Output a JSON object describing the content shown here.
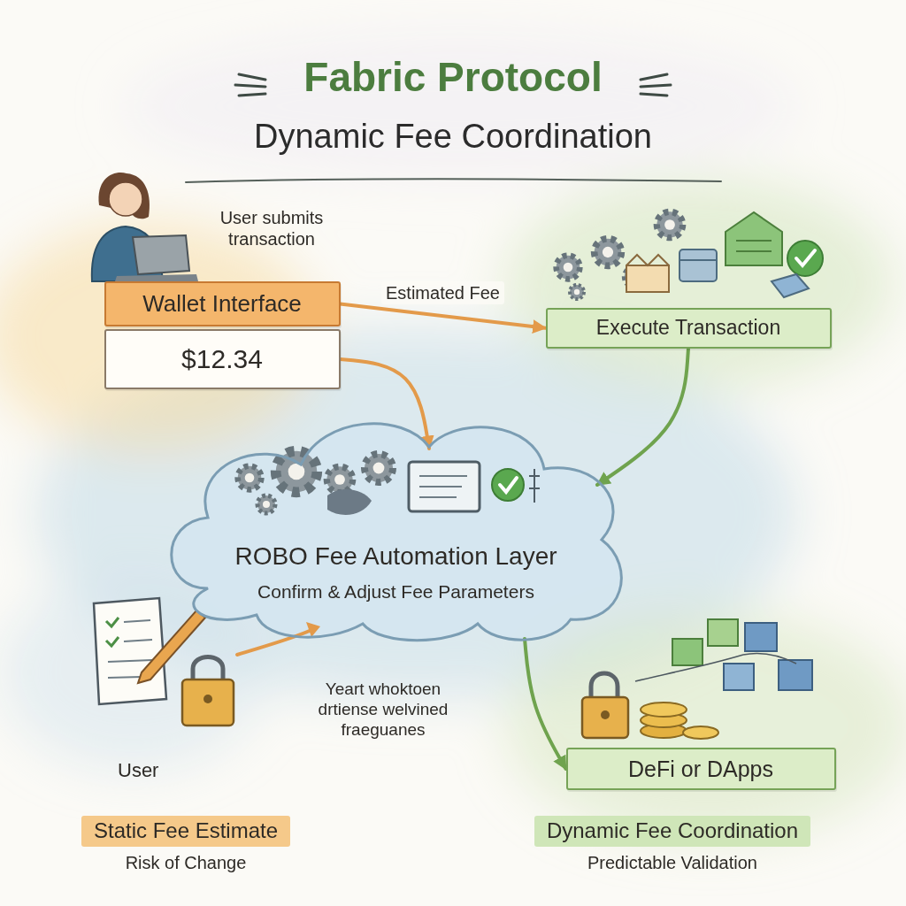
{
  "diagram": {
    "title": "Fabric Protocol",
    "nodes": [
      {
        "text": [
          "Wallet Interface"
        ]
      },
      {
        "text": [
          "$12.34"
        ]
      },
      {
        "text": [
          "Execute Transaction"
        ]
      },
      {
        "text": [
          "ROBO Fee Automation Layer",
          "Confirm & Adjust Fee Parameters"
        ]
      },
      {
        "text": [
          "DeFi or DApps"
        ]
      },
      {
        "text": [
          "Static Fee Estimate",
          "Risk of Change"
        ]
      },
      {
        "text": [
          "Dynamic Fee Coordination",
          "Predictable Validation"
        ]
      }
    ],
    "edges": [
      {
        "from": 0,
        "to": 2,
        "label": "Estimated Fee",
        "arrow": "to"
      },
      {
        "from": 1,
        "to": 3,
        "arrow": "to"
      },
      {
        "from": 2,
        "to": 3,
        "arrow": "to"
      },
      {
        "from": 3,
        "to": 4,
        "arrow": "to"
      }
    ],
    "labels": [
      "Dynamic Fee Coordination",
      "User submits transaction",
      "Yeart whoktoen drtiense welvined fraeguanes",
      "User"
    ]
  }
}
